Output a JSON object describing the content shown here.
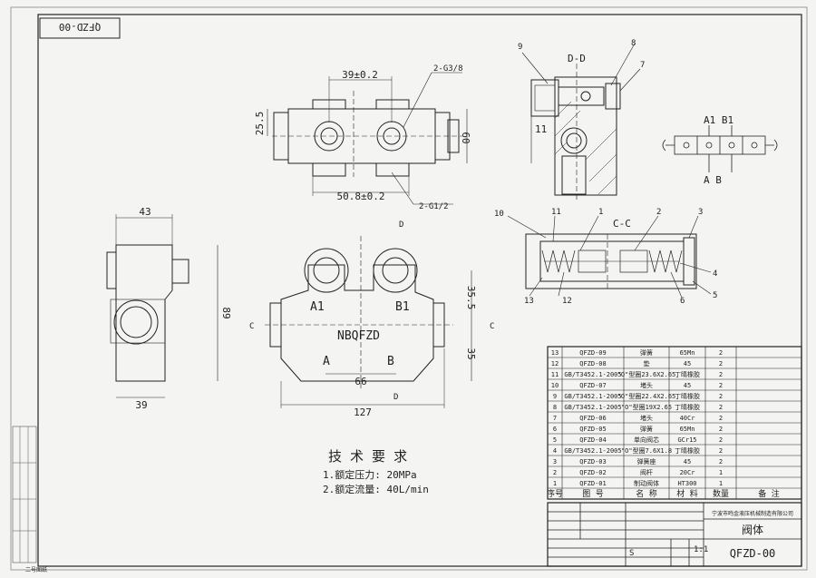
{
  "sheet": {
    "corner_code": "QFZD-00",
    "footer_note": "二号图纸"
  },
  "top_view": {
    "dim_pitch": "39±0.2",
    "dim_port_left": "2-G3/8",
    "dim_height_left": "25.5",
    "dim_height_right": "60",
    "dim_bottom": "50.8±0.2",
    "dim_port_bottom": "2-G1/2"
  },
  "side_view": {
    "dim_top": "43",
    "dim_height": "89",
    "dim_bottom": "39"
  },
  "front_view": {
    "section_mark_top": "D",
    "section_mark_bottom": "D",
    "section_mark_left": "C",
    "section_mark_right": "C",
    "port_a1": "A1",
    "port_b1": "B1",
    "model_label": "NBQFZD",
    "port_a": "A",
    "port_b": "B",
    "dim_right_upper": "35.5",
    "dim_right_lower": "35",
    "dim_inner": "66",
    "dim_overall": "127"
  },
  "section_dd": {
    "title": "D-D",
    "dim_left": "11",
    "leaders": [
      "9",
      "8",
      "7"
    ]
  },
  "section_cc": {
    "title": "C-C",
    "leaders": [
      "10",
      "11",
      "1",
      "2",
      "3",
      "4",
      "5",
      "6",
      "12",
      "13"
    ]
  },
  "symbol": {
    "top_labels": "A1 B1",
    "bottom_labels": "A  B"
  },
  "tech_req": {
    "title": "技 术 要 求",
    "items": [
      "1.额定压力: 20MPa",
      "2.额定流量: 40L/min"
    ]
  },
  "bom": {
    "header": [
      "序号",
      "图 号",
      "名 称",
      "材 料",
      "数量",
      "备 注"
    ],
    "rows": [
      [
        "13",
        "QFZD-09",
        "弹簧",
        "65Mn",
        "2",
        ""
      ],
      [
        "12",
        "QFZD-08",
        "垫",
        "45",
        "2",
        ""
      ],
      [
        "11",
        "GB/T3452.1-2005",
        "\"O\"型圈23.6X2.65",
        "丁晴橡胶",
        "2",
        ""
      ],
      [
        "10",
        "QFZD-07",
        "堵头",
        "45",
        "2",
        ""
      ],
      [
        "9",
        "GB/T3452.1-2005",
        "\"O\"型圈22.4X2.65",
        "丁晴橡胶",
        "2",
        ""
      ],
      [
        "8",
        "GB/T3452.1-2005",
        "\"O\"型圈19X2.65",
        "丁晴橡胶",
        "2",
        ""
      ],
      [
        "7",
        "QFZD-06",
        "堵头",
        "40Cr",
        "2",
        ""
      ],
      [
        "6",
        "QFZD-05",
        "弹簧",
        "65Mn",
        "2",
        ""
      ],
      [
        "5",
        "QFZD-04",
        "单向阀芯",
        "GCr15",
        "2",
        ""
      ],
      [
        "4",
        "GB/T3452.1-2005",
        "\"O\"型圈7.6X1.8",
        "丁晴橡胶",
        "2",
        ""
      ],
      [
        "3",
        "QFZD-03",
        "弹簧座",
        "45",
        "2",
        ""
      ],
      [
        "2",
        "QFZD-02",
        "阀杆",
        "20Cr",
        "1",
        ""
      ],
      [
        "1",
        "QFZD-01",
        "制动阀体",
        "HT300",
        "1",
        ""
      ]
    ]
  },
  "title_block": {
    "company": "宁波市鸣金液压机械制造有限公司",
    "part_name": "阀体",
    "scale_letter": "S",
    "scale": "1:1",
    "drawing_no": "QFZD-00"
  }
}
